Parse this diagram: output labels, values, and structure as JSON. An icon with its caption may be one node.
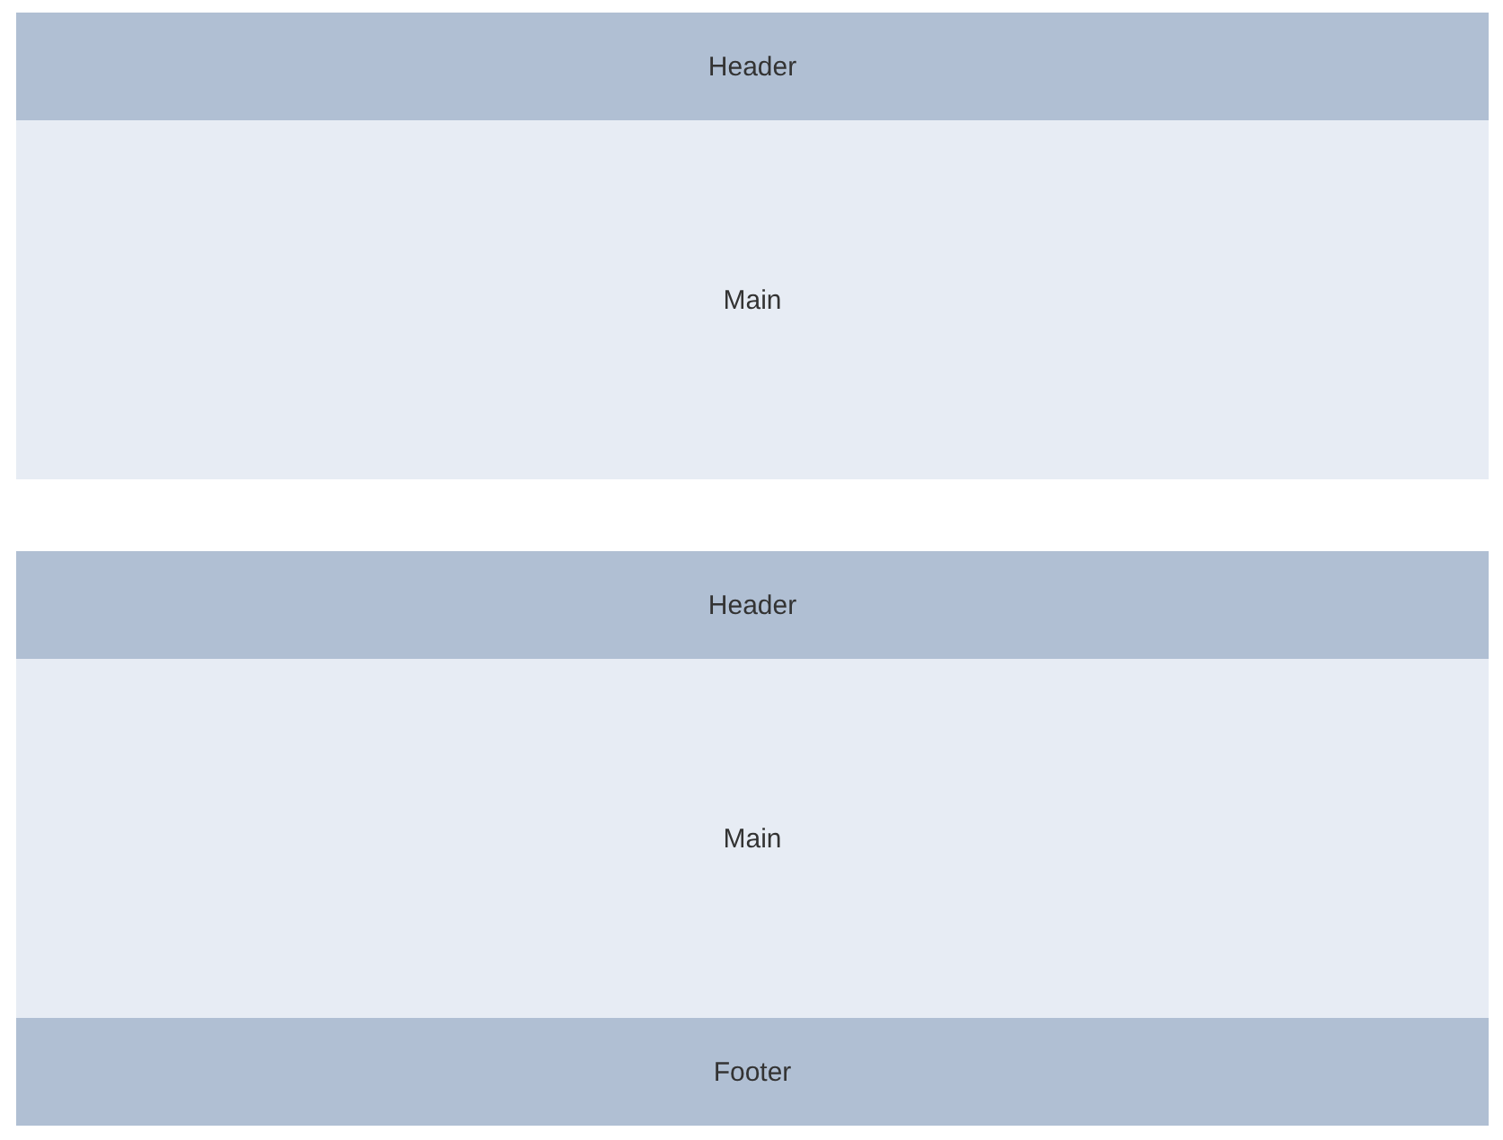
{
  "diagram": {
    "nodes": [
      {
        "text": [
          "Header"
        ]
      },
      {
        "text": [
          "Main"
        ]
      },
      {
        "text": [
          "Header"
        ]
      },
      {
        "text": [
          "Main"
        ]
      },
      {
        "text": [
          "Footer"
        ]
      }
    ],
    "edges": []
  }
}
